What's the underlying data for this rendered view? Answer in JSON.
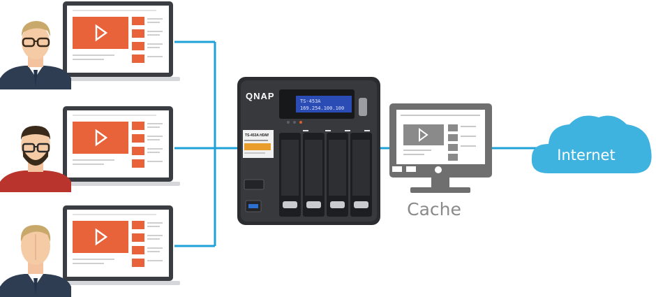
{
  "nas": {
    "brand": "QNAP",
    "lcd_line1": "TS-453A",
    "lcd_line2": "169.254.100.100",
    "model_sticker": "TS-453A",
    "hdmi_badge": "HDMI"
  },
  "cache": {
    "label": "Cache"
  },
  "internet": {
    "label": "Internet"
  },
  "colors": {
    "link_line": "#1ea0d8",
    "video_orange": "#e8623a",
    "cloud_blue": "#3fb3e0",
    "monitor_gray": "#6f6f6f",
    "cache_text": "#8a8a8a"
  }
}
